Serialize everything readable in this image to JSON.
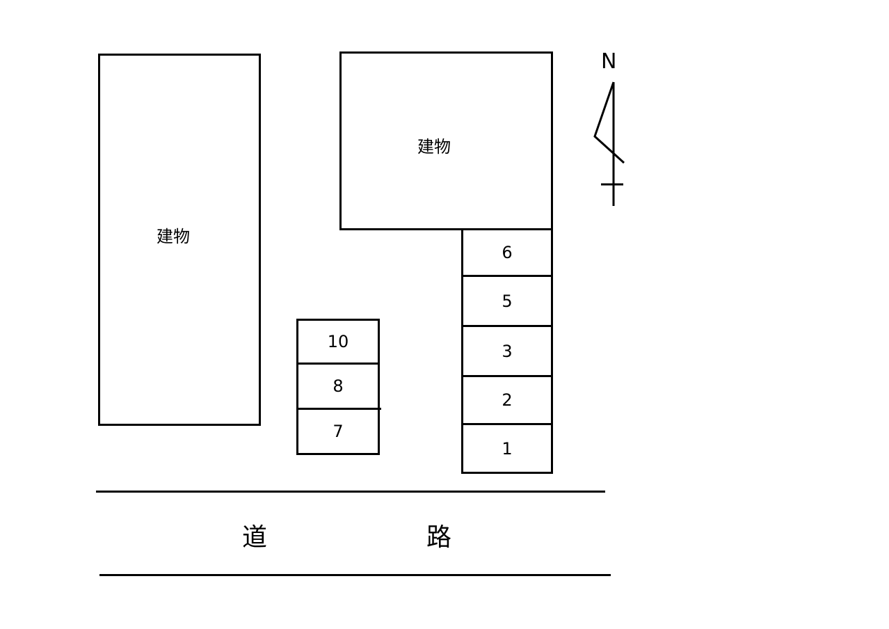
{
  "buildings": [
    {
      "label": "建物"
    },
    {
      "label": "建物"
    }
  ],
  "parking_right": [
    "6",
    "5",
    "3",
    "2",
    "1"
  ],
  "parking_left": [
    "10",
    "8",
    "7"
  ],
  "road": {
    "chars": [
      "道",
      "路"
    ]
  },
  "compass": {
    "north_label": "N"
  }
}
